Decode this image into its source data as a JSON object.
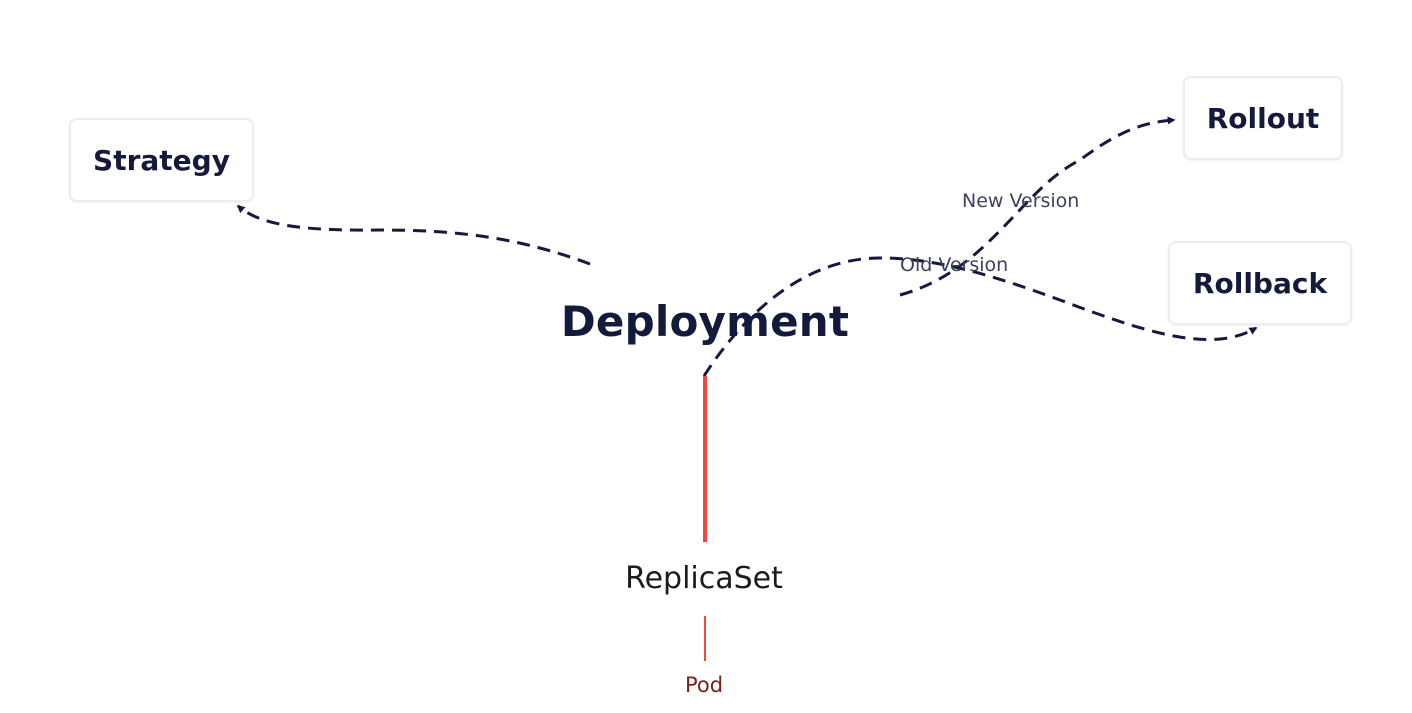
{
  "diagram": {
    "central": "Deployment",
    "nodes": {
      "strategy": "Strategy",
      "rollout": "Rollout",
      "rollback": "Rollback"
    },
    "edge_labels": {
      "new_version": "New Version",
      "old_version": "Old Version"
    },
    "children": {
      "replicaset": "ReplicaSet",
      "pod": "Pod"
    },
    "colors": {
      "dark_navy": "#141a3c",
      "red_line": "#f0463c",
      "pod_text": "#7a2218",
      "box_border": "#ececf0"
    }
  }
}
